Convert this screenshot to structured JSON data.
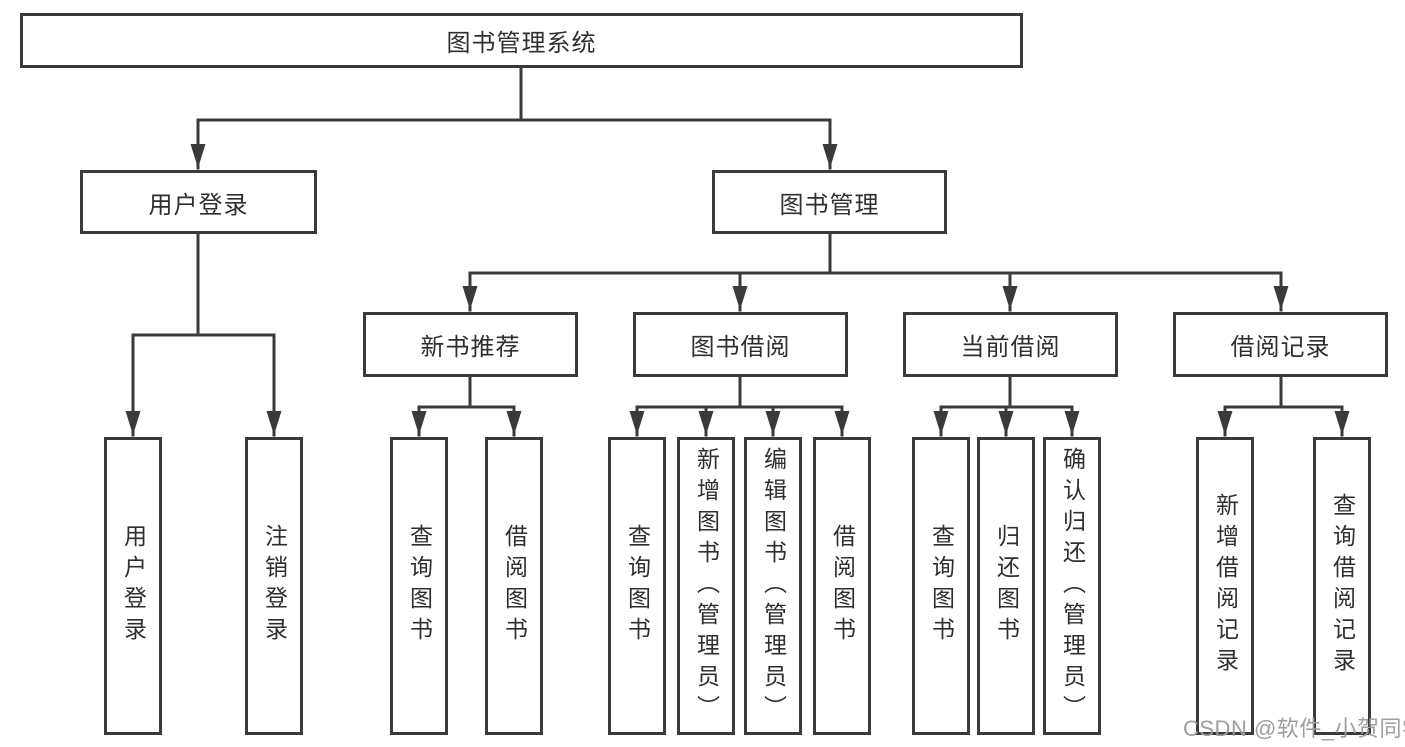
{
  "diagram_title": "图书管理系统",
  "colors": {
    "line": "#3a3a3a",
    "text": "#2f2f2f",
    "watermark": "#9e9e9e",
    "background": "#ffffff"
  },
  "tree": {
    "root": {
      "label": "图书管理系统"
    },
    "level2": [
      {
        "label": "用户登录",
        "parent": "图书管理系统"
      },
      {
        "label": "图书管理",
        "parent": "图书管理系统"
      }
    ],
    "level3": [
      {
        "label": "新书推荐",
        "parent": "图书管理"
      },
      {
        "label": "图书借阅",
        "parent": "图书管理"
      },
      {
        "label": "当前借阅",
        "parent": "图书管理"
      },
      {
        "label": "借阅记录",
        "parent": "图书管理"
      }
    ],
    "level4": [
      {
        "label": "用户登录",
        "parent": "用户登录"
      },
      {
        "label": "注销登录",
        "parent": "用户登录"
      },
      {
        "label": "查询图书",
        "parent": "新书推荐"
      },
      {
        "label": "借阅图书",
        "parent": "新书推荐"
      },
      {
        "label": "查询图书",
        "parent": "图书借阅"
      },
      {
        "label": "新增图书（管理员）",
        "parent": "图书借阅"
      },
      {
        "label": "编辑图书（管理员）",
        "parent": "图书借阅"
      },
      {
        "label": "借阅图书",
        "parent": "图书借阅"
      },
      {
        "label": "查询图书",
        "parent": "当前借阅"
      },
      {
        "label": "归还图书",
        "parent": "当前借阅"
      },
      {
        "label": "确认归还（管理员）",
        "parent": "当前借阅"
      },
      {
        "label": "新增借阅记录",
        "parent": "借阅记录"
      },
      {
        "label": "查询借阅记录",
        "parent": "借阅记录"
      }
    ]
  },
  "watermark": {
    "text": "CSDN @软件_小贺同学"
  }
}
